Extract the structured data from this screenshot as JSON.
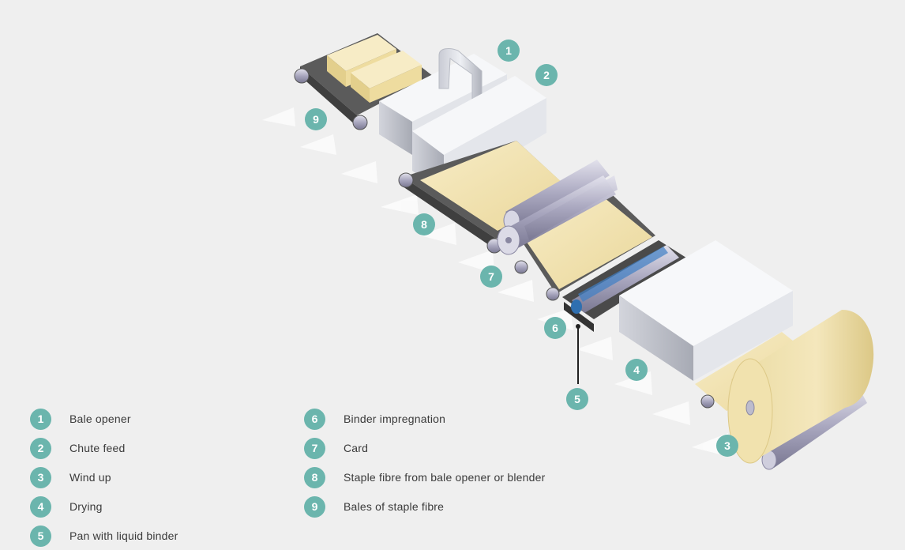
{
  "colors": {
    "badge": "#6bb5ad",
    "background": "#efefef",
    "fibre": "#f3e4b4",
    "machine": "#f3f4f6",
    "roller": "#b9b8cc"
  },
  "legend": {
    "items": [
      {
        "number": "1",
        "label": "Bale opener"
      },
      {
        "number": "2",
        "label": "Chute feed"
      },
      {
        "number": "3",
        "label": "Wind up"
      },
      {
        "number": "4",
        "label": "Drying"
      },
      {
        "number": "5",
        "label": "Pan with liquid binder"
      },
      {
        "number": "6",
        "label": "Binder impregnation"
      },
      {
        "number": "7",
        "label": "Card"
      },
      {
        "number": "8",
        "label": "Staple fibre from bale opener or blender"
      },
      {
        "number": "9",
        "label": "Bales of staple fibre"
      }
    ]
  },
  "diagram": {
    "markers": [
      "1",
      "2",
      "3",
      "4",
      "5",
      "6",
      "7",
      "8",
      "9"
    ]
  }
}
